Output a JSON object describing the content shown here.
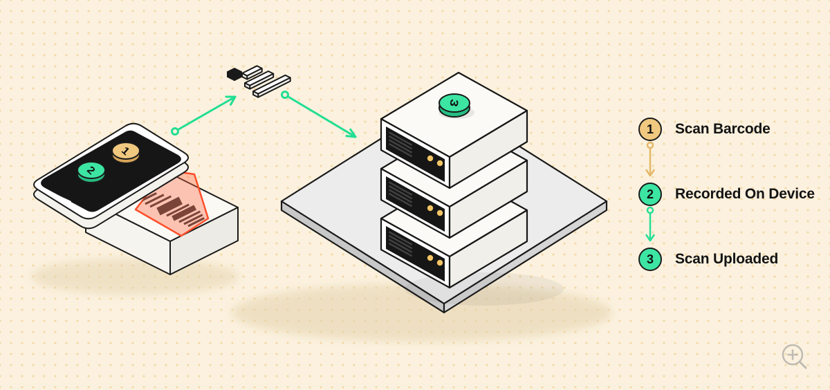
{
  "legend": {
    "items": [
      {
        "number": "1",
        "label": "Scan Barcode",
        "circle_color": "#F1C880",
        "connector_color": "#E3B868"
      },
      {
        "number": "2",
        "label": "Recorded On Device",
        "circle_color": "#3DE5A3",
        "connector_color": "#25E095"
      },
      {
        "number": "3",
        "label": "Scan Uploaded",
        "circle_color": "#3DE5A3"
      }
    ]
  },
  "illustration": {
    "phone": {
      "tokens": [
        {
          "number": "1",
          "color": "#F1C880"
        },
        {
          "number": "2",
          "color": "#3DE5A3"
        }
      ]
    },
    "server_stack": {
      "unit_count": "3",
      "token": {
        "number": "3",
        "color": "#3DE5A3"
      }
    }
  },
  "colors": {
    "background": "#FBF1DE",
    "dot_grid": "#F3D9A6",
    "accent_green": "#25E095",
    "accent_tan": "#E3B868",
    "beam_red": "#FF4F2A",
    "ink": "#1A1A1A",
    "platform_gray": "#EDECEC",
    "led_gold": "#F3C566"
  },
  "zoom_control": {
    "icon": "magnifier-plus-icon"
  }
}
